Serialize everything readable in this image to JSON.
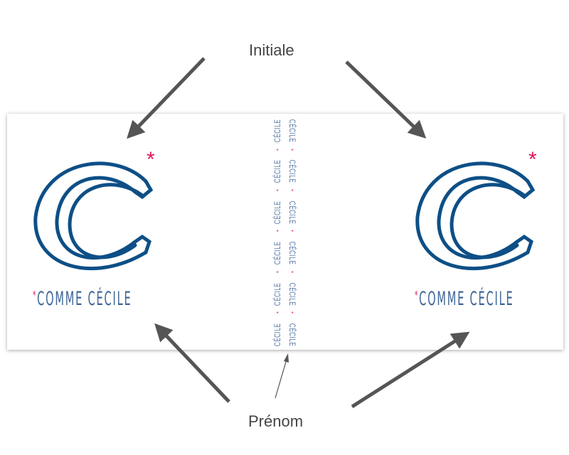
{
  "labels": {
    "top": "Initiale",
    "bottom": "Prénom"
  },
  "initial_letter": "C",
  "caption": {
    "star": "*",
    "text": "COMME CÉCILE"
  },
  "name_strip": {
    "word": "CÉCILE",
    "separator": "*",
    "repeat": 6
  },
  "colors": {
    "blue": "#0d4f86",
    "pink": "#e0185c",
    "arrow": "#555555"
  }
}
